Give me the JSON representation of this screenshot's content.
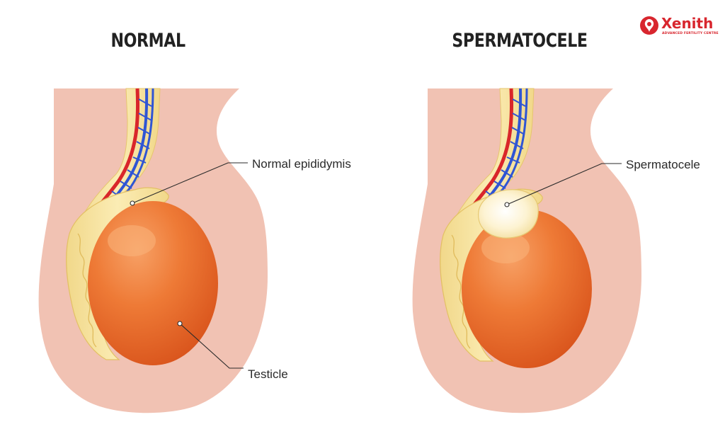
{
  "panels": {
    "normal": {
      "title": "NORMAL",
      "labels": {
        "epididymis": "Normal epididymis",
        "testicle": "Testicle"
      }
    },
    "spermatocele": {
      "title": "SPERMATOCELE",
      "labels": {
        "cyst": "Spermatocele"
      }
    }
  },
  "logo": {
    "name": "Xenith",
    "tagline": "ADVANCED FERTILITY CENTRE"
  },
  "colors": {
    "skin": "#f1c2b3",
    "testicle": "#ea6a2b",
    "testicle_highlight": "#f7a166",
    "epididymis": "#f8e4a0",
    "vein": "#2f55d4",
    "artery": "#d9262a",
    "cyst": "#fdf6de",
    "brand": "#d8262e"
  }
}
